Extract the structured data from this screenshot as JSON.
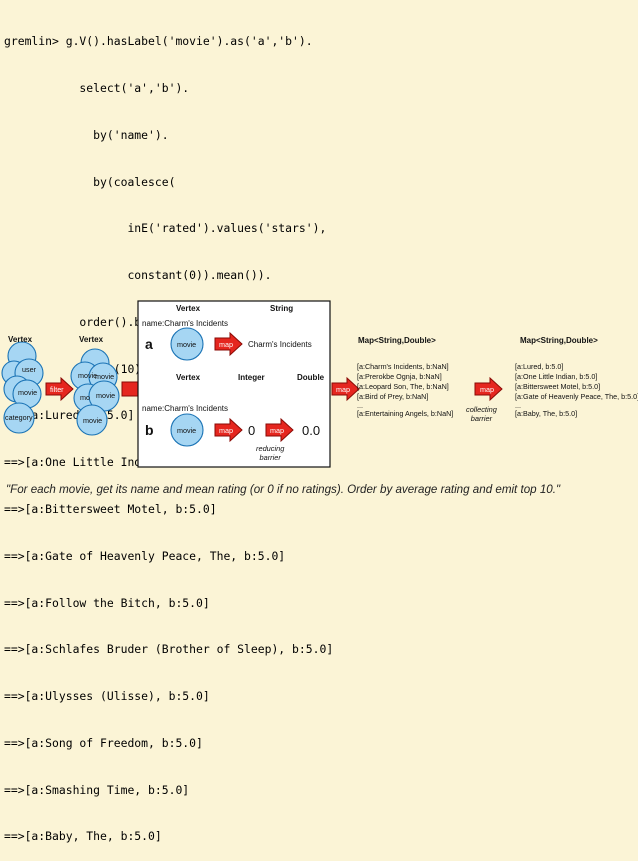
{
  "console": {
    "query_lines": [
      "gremlin> g.V().hasLabel('movie').as('a','b').",
      "           select('a','b').",
      "             by('name').",
      "             by(coalesce(",
      "                  inE('rated').values('stars'),",
      "                  constant(0)).mean()).",
      "           order().by(select('b'),decr).",
      "           limit(10)"
    ],
    "results": [
      "==>[a:Lured, b:5.0]",
      "==>[a:One Little Indian, b:5.0]",
      "==>[a:Bittersweet Motel, b:5.0]",
      "==>[a:Gate of Heavenly Peace, The, b:5.0]",
      "==>[a:Follow the Bitch, b:5.0]",
      "==>[a:Schlafes Bruder (Brother of Sleep), b:5.0]",
      "==>[a:Ulysses (Ulisse), b:5.0]",
      "==>[a:Song of Freedom, b:5.0]",
      "==>[a:Smashing Time, b:5.0]",
      "==>[a:Baby, The, b:5.0]"
    ]
  },
  "diagram": {
    "vertex_label_1": "Vertex",
    "vertex_label_2": "Vertex",
    "cluster1": [
      "user",
      "movie",
      "category"
    ],
    "cluster2": [
      "movie",
      "movie",
      "movie",
      "mo",
      "movie"
    ],
    "filter_label": "filter",
    "box": {
      "a_header_vertex": "Vertex",
      "a_header_string": "String",
      "a_name": "name:Charm's Incidents",
      "a_letter": "a",
      "a_circle": "movie",
      "a_map": "map",
      "a_result": "Charm's Incidents",
      "b_header_vertex": "Vertex",
      "b_header_integer": "Integer",
      "b_header_double": "Double",
      "b_name": "name:Charm's Incidents",
      "b_letter": "b",
      "b_circle": "movie",
      "b_map1": "map",
      "b_zero": "0",
      "b_map2": "map",
      "b_double": "0.0",
      "reducing_barrier": "reducing\nbarrier"
    },
    "map_out": "map",
    "map1": {
      "title": "Map<String,Double>",
      "entries": [
        "[a:Charm's Incidents, b:NaN]",
        "[a:Prerokbe Ognja, b:NaN]",
        "[a:Leopard Son, The, b:NaN]",
        "[a:Bird of Prey, b:NaN]",
        "...",
        "[a:Entertaining Angels, b:NaN]"
      ]
    },
    "collect_map": "map",
    "collecting_barrier": "collecting\nbarrier",
    "map2": {
      "title": "Map<String,Double>",
      "entries": [
        "[a:Lured, b:5.0]",
        "[a:One Little Indian, b:5.0]",
        "[a:Bittersweet Motel, b:5.0]",
        "[a:Gate of Heavenly Peace, The, b:5.0]",
        "...",
        "[a:Baby, The, b:5.0]"
      ]
    },
    "colors": {
      "circle_fill": "#a6d6f3",
      "circle_stroke": "#1a73b5",
      "arrow_fill": "#e5261f",
      "arrow_stroke": "#8a0a05"
    }
  },
  "caption": "\"For each movie, get its name and mean rating (or 0 if no ratings). Order by average rating and emit top 10.\""
}
